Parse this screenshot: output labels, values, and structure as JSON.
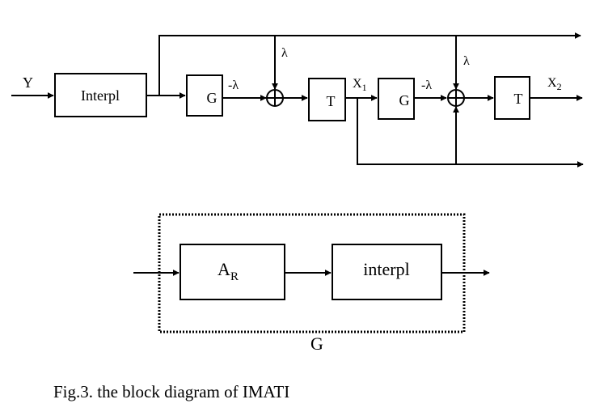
{
  "top_diagram": {
    "input_label": "Y",
    "interp_block": "Interpl",
    "g_block_1": "G",
    "gain_1": "-λ",
    "lambda_1": "λ",
    "t_block_1": "T",
    "x1_label": "X",
    "x1_sub": "1",
    "g_block_2": "G",
    "gain_2": "-λ",
    "lambda_2": "λ",
    "t_block_2": "T",
    "x2_label": "X",
    "x2_sub": "2"
  },
  "g_detail": {
    "ar_block": "A",
    "ar_sub": "R",
    "interp_block": "interpl",
    "group_label": "G"
  },
  "caption": "Fig.3. the block diagram of IMATI"
}
